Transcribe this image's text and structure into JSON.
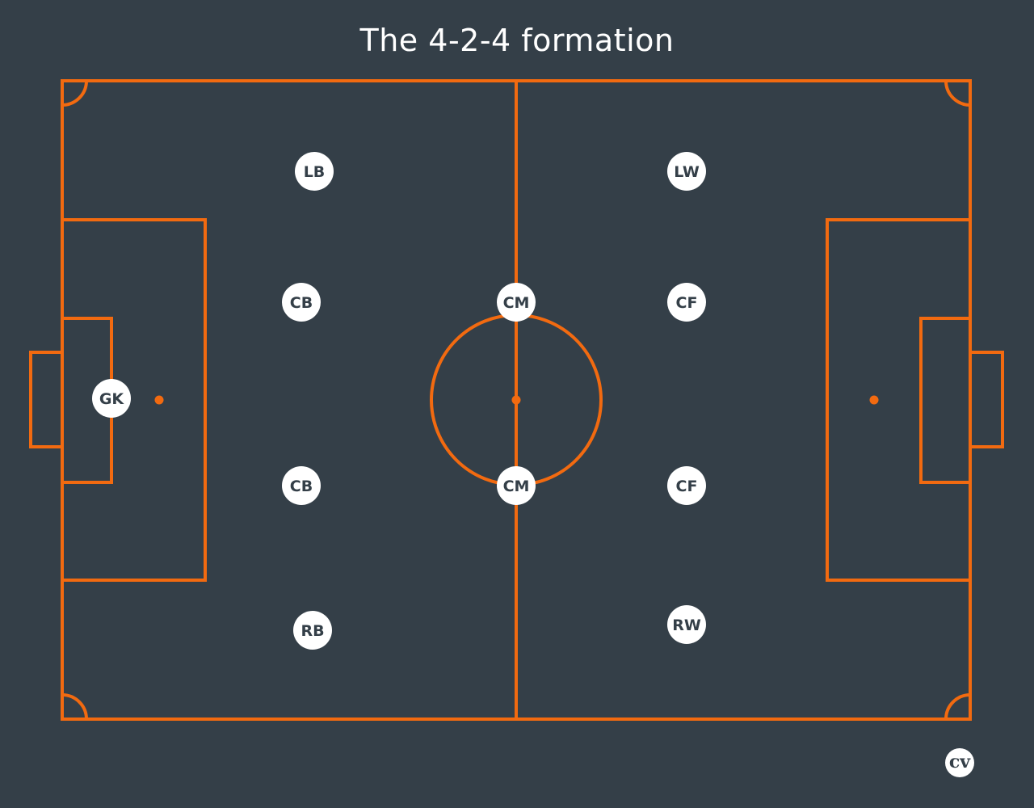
{
  "title": "The 4-2-4 formation",
  "colors": {
    "background": "#343f48",
    "lines": "#f26a10",
    "marker": "#ffffff",
    "marker_text": "#343f48"
  },
  "players": [
    {
      "id": "gk",
      "label": "GK"
    },
    {
      "id": "lb",
      "label": "LB"
    },
    {
      "id": "cb-1",
      "label": "CB"
    },
    {
      "id": "cb-2",
      "label": "CB"
    },
    {
      "id": "rb",
      "label": "RB"
    },
    {
      "id": "cm-1",
      "label": "CM"
    },
    {
      "id": "cm-2",
      "label": "CM"
    },
    {
      "id": "lw",
      "label": "LW"
    },
    {
      "id": "cf-1",
      "label": "CF"
    },
    {
      "id": "cf-2",
      "label": "CF"
    },
    {
      "id": "rw",
      "label": "RW"
    }
  ],
  "logo": {
    "text": "cv"
  }
}
